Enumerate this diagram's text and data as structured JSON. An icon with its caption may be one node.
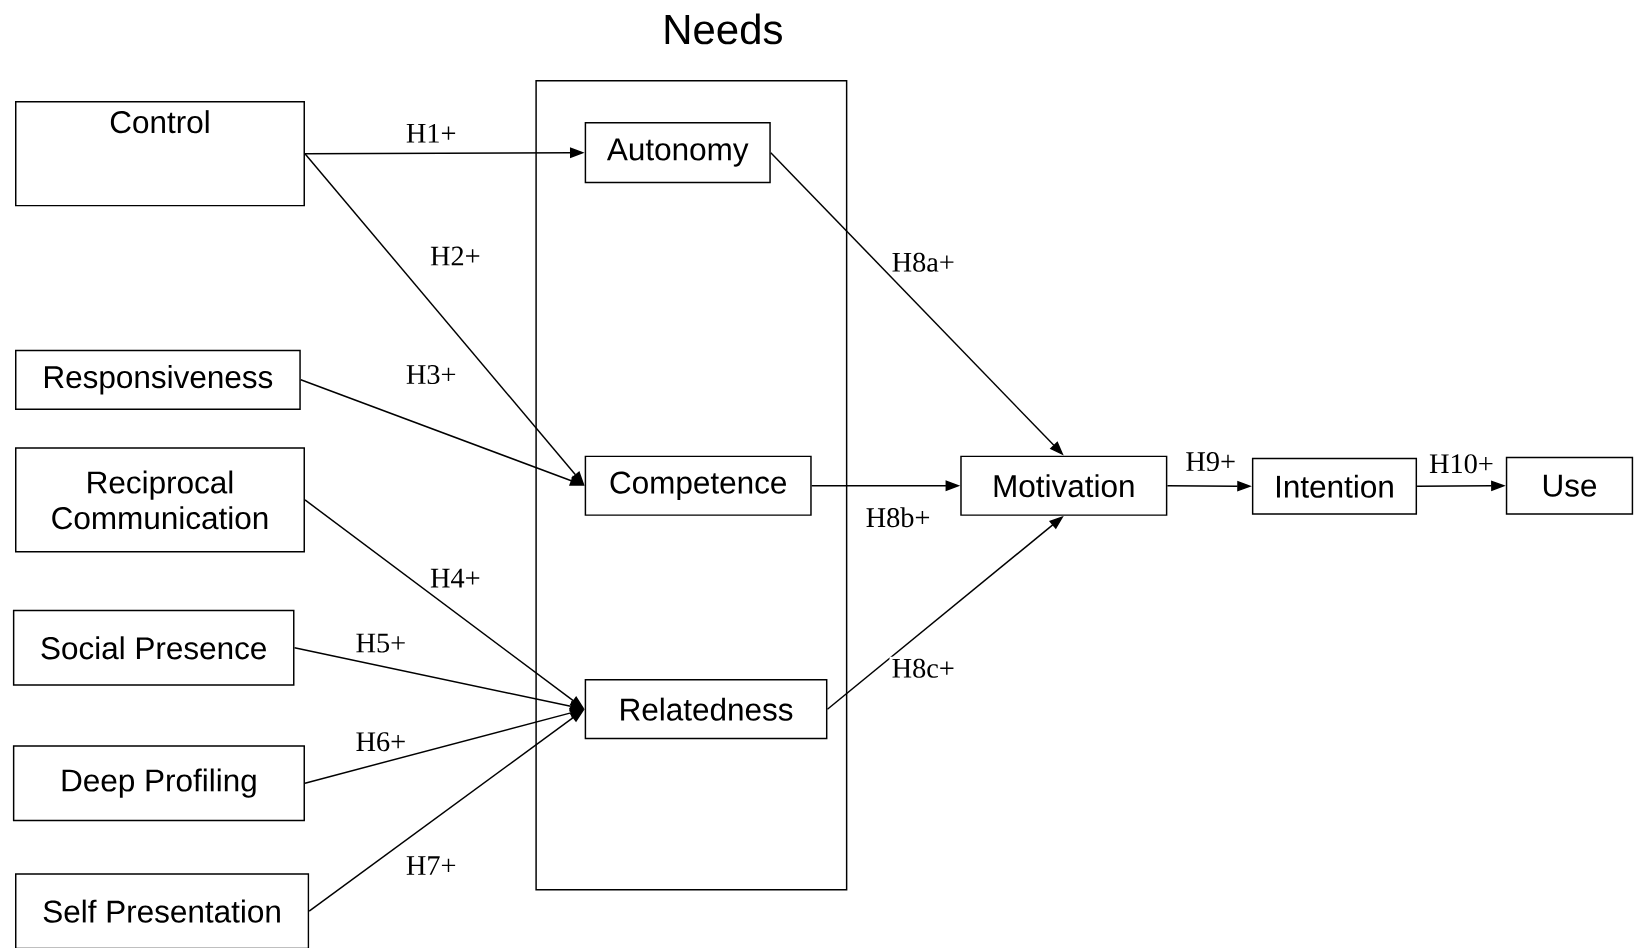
{
  "diagram": {
    "nodes": [
      {
        "text": [
          "Needs"
        ]
      },
      {
        "text": [
          "Control"
        ]
      },
      {
        "text": [
          "Autonomy"
        ],
        "in": 0
      },
      {
        "text": [
          "Responsiveness"
        ]
      },
      {
        "text": [
          "Competence"
        ],
        "in": 0
      },
      {
        "text": [
          "Reciprocal Communication"
        ]
      },
      {
        "text": [
          "Social Presence"
        ]
      },
      {
        "text": [
          "Relatedness"
        ],
        "in": 0
      },
      {
        "text": [
          "Deep Profiling"
        ]
      },
      {
        "text": [
          "Self Presentation"
        ]
      },
      {
        "text": [
          "Motivation"
        ]
      },
      {
        "text": [
          "Intention"
        ]
      },
      {
        "text": [
          "Use"
        ]
      }
    ],
    "edges": [
      {
        "from": 1,
        "to": 2,
        "arrow": "to",
        "label": "H1+"
      },
      {
        "from": 1,
        "to": 4,
        "arrow": "to",
        "label": "H2+"
      },
      {
        "from": 3,
        "to": 4,
        "arrow": "to",
        "label": "H3+"
      },
      {
        "from": 5,
        "to": 7,
        "arrow": "to",
        "label": "H4+"
      },
      {
        "from": 6,
        "to": 7,
        "arrow": "to",
        "label": "H5+"
      },
      {
        "from": 8,
        "to": 7,
        "arrow": "to",
        "label": "H6+"
      },
      {
        "from": 9,
        "to": 7,
        "arrow": "to",
        "label": "H7+"
      },
      {
        "from": 2,
        "to": 10,
        "arrow": "to",
        "label": "H8a+"
      },
      {
        "from": 4,
        "to": 10,
        "arrow": "to",
        "label": "H8b+"
      },
      {
        "from": 7,
        "to": 10,
        "arrow": "to",
        "label": "H8c+"
      },
      {
        "from": 10,
        "to": 11,
        "arrow": "to",
        "label": "H9+"
      },
      {
        "from": 11,
        "to": 12,
        "arrow": "to",
        "label": "H10+"
      }
    ]
  }
}
